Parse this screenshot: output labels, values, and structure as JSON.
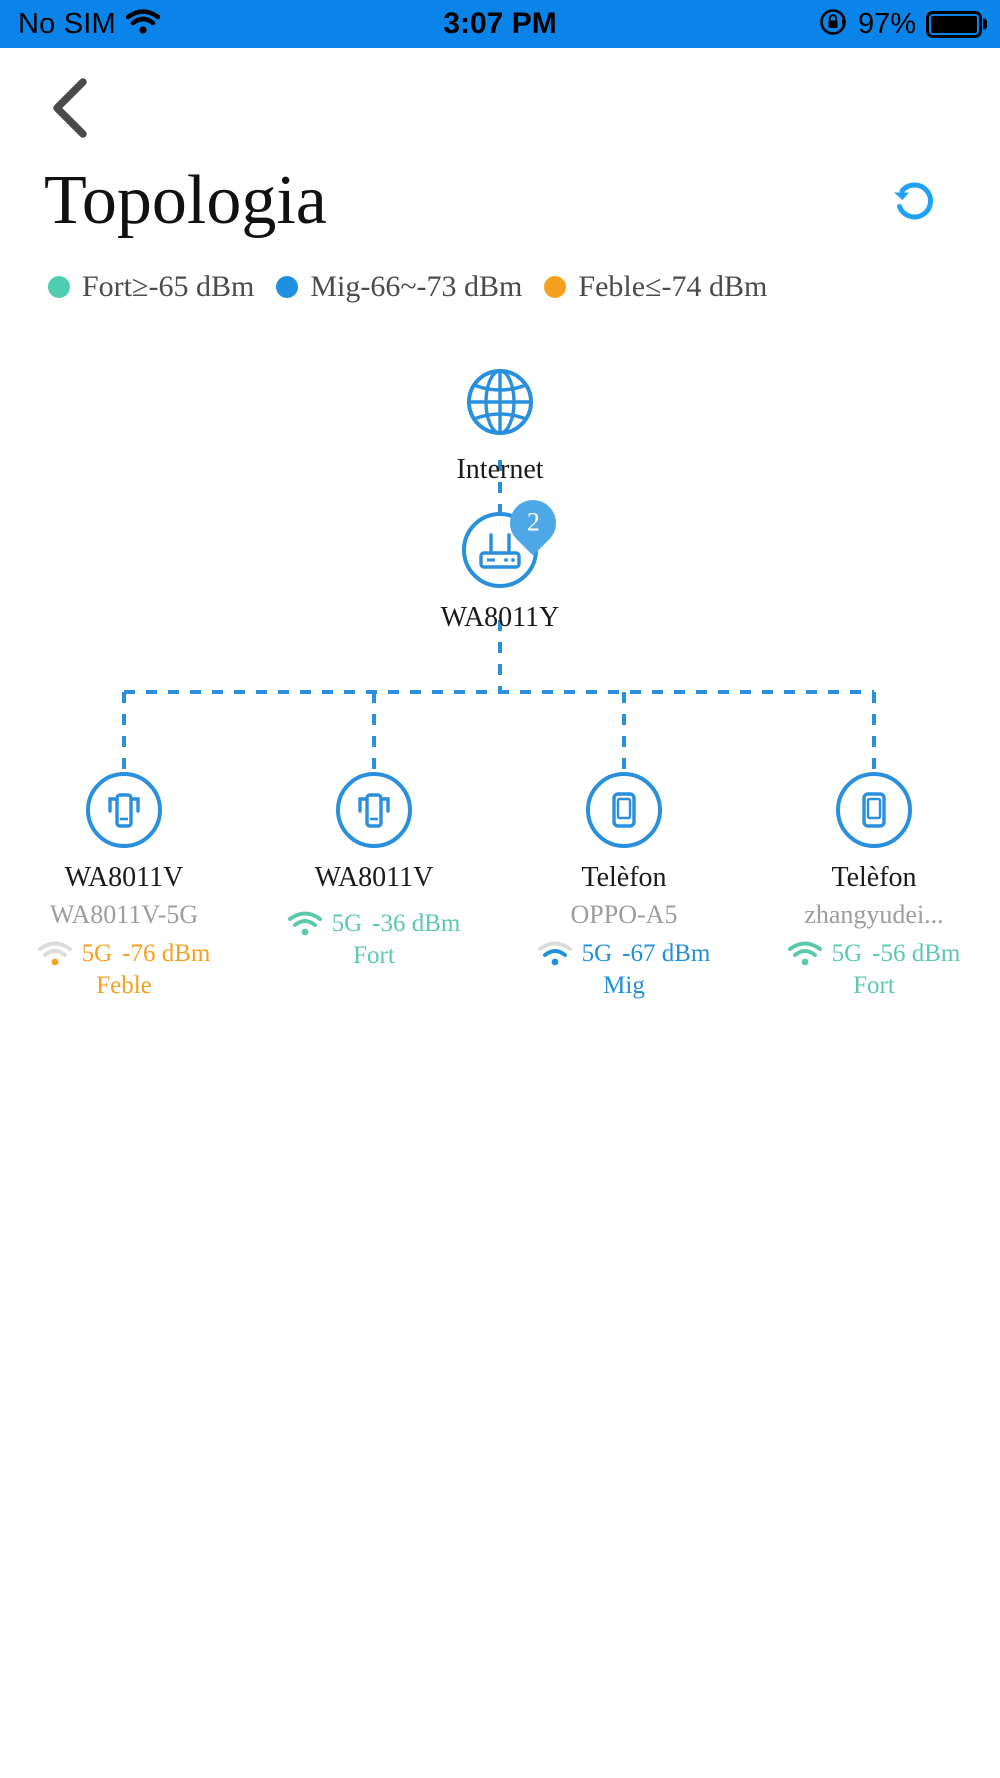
{
  "statusbar": {
    "carrier": "No SIM",
    "wifi_icon": "wifi-icon",
    "time": "3:07 PM",
    "rotation_lock_icon": "rotation-lock-icon",
    "battery_percent": "97%",
    "battery_icon": "battery-full-icon"
  },
  "header": {
    "back_icon": "chevron-left-icon",
    "title": "Topologia",
    "refresh_icon": "refresh-icon",
    "accent_color": "#1fa2f5"
  },
  "legend": {
    "items": [
      {
        "label": "Fort≥-65 dBm",
        "color": "#4ecdb0",
        "key": "strong"
      },
      {
        "label": "Mig-66~-73 dBm",
        "color": "#1f8fe0",
        "key": "medium"
      },
      {
        "label": "Feble≤-74 dBm",
        "color": "#f5a01e",
        "key": "weak"
      }
    ]
  },
  "topology": {
    "line_color": "#2a8fdd",
    "internet": {
      "label": "Internet",
      "icon": "globe-icon"
    },
    "router": {
      "label": "WA8011Y",
      "icon": "router-icon",
      "badge_count": "2"
    },
    "clients": [
      {
        "label": "WA8011V",
        "sub": "WA8011V-5G",
        "icon": "wifi-extender-icon",
        "band": "5G",
        "rssi": "-76 dBm",
        "quality": "Feble",
        "color": "#f5a01e",
        "bars": 1
      },
      {
        "label": "WA8011V",
        "sub": "",
        "icon": "wifi-extender-icon",
        "band": "5G",
        "rssi": "-36 dBm",
        "quality": "Fort",
        "color": "#5cc9ad",
        "bars": 3
      },
      {
        "label": "Telèfon",
        "sub": "OPPO-A5",
        "icon": "smartphone-icon",
        "band": "5G",
        "rssi": "-67 dBm",
        "quality": "Mig",
        "color": "#1f8fe0",
        "bars": 2
      },
      {
        "label": "Telèfon",
        "sub": "zhangyudei...",
        "icon": "smartphone-icon",
        "band": "5G",
        "rssi": "-56 dBm",
        "quality": "Fort",
        "color": "#5cc9ad",
        "bars": 3
      }
    ]
  }
}
